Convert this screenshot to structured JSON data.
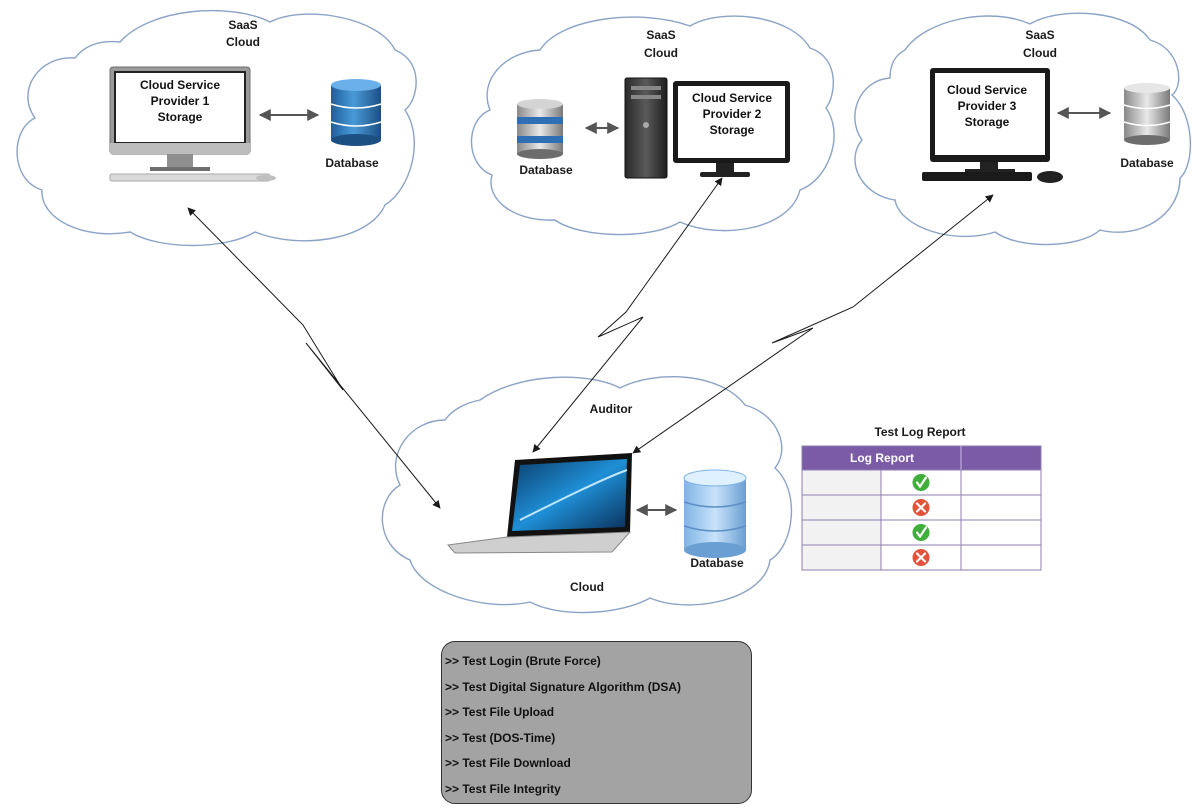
{
  "clouds": [
    {
      "title_line1": "SaaS",
      "title_line2": "Cloud",
      "screen_lines": [
        "Cloud Service",
        "Provider 1",
        "Storage"
      ],
      "database_label": "Database"
    },
    {
      "title_line1": "SaaS",
      "title_line2": "Cloud",
      "screen_lines": [
        "Cloud Service",
        "Provider 2",
        "Storage"
      ],
      "database_label": "Database"
    },
    {
      "title_line1": "SaaS",
      "title_line2": "Cloud",
      "screen_lines": [
        "Cloud Service",
        "Provider 3",
        "Storage"
      ],
      "database_label": "Database"
    }
  ],
  "auditor": {
    "title": "Auditor",
    "cloud_label": "Cloud",
    "database_label": "Database"
  },
  "log_report": {
    "heading": "Test Log Report",
    "header": "Log Report",
    "rows": [
      {
        "status": "pass",
        "icon": "check-icon"
      },
      {
        "status": "fail",
        "icon": "cross-icon"
      },
      {
        "status": "pass",
        "icon": "check-icon"
      },
      {
        "status": "fail",
        "icon": "cross-icon"
      }
    ]
  },
  "tests": [
    ">> Test Login (Brute Force)",
    ">> Test Digital Signature Algorithm (DSA)",
    ">> Test File Upload",
    ">> Test (DOS-Time)",
    ">> Test File Download",
    ">> Test File Integrity"
  ],
  "colors": {
    "cloud_stroke": "#8aa3c7",
    "table_header": "#7b5aa6",
    "table_border": "#8f7fb0",
    "tests_box": "#a3a3a3",
    "pass": "#3fae3a",
    "fail": "#e2533a"
  }
}
